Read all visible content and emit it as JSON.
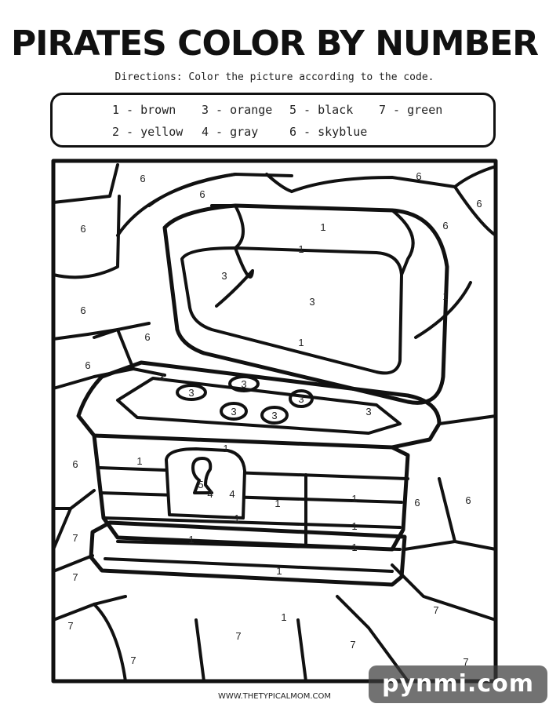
{
  "page": {
    "title": "PIRATES COLOR BY NUMBER",
    "directions": "Directions:  Color the picture according to the code."
  },
  "legend": {
    "items": [
      {
        "label": "1 - brown",
        "color": "#8B5A2B"
      },
      {
        "label": "2 - yellow",
        "color": "#F4D03F"
      },
      {
        "label": "3 - orange",
        "color": "#F39C12"
      },
      {
        "label": "4 - gray",
        "color": "#95A5A6"
      },
      {
        "label": "5 - black",
        "color": "#000000"
      },
      {
        "label": "6 - skyblue",
        "color": "#87CEEB"
      },
      {
        "label": "7 - green",
        "color": "#27AE60"
      }
    ]
  },
  "numbers": {
    "n1": "1",
    "n3": "3",
    "n4": "4",
    "n5": "5",
    "n6": "6",
    "n7": "7"
  },
  "footer": {
    "site": "WWW.THETYPICALMOM.COM",
    "watermark": "pynmi.com"
  }
}
